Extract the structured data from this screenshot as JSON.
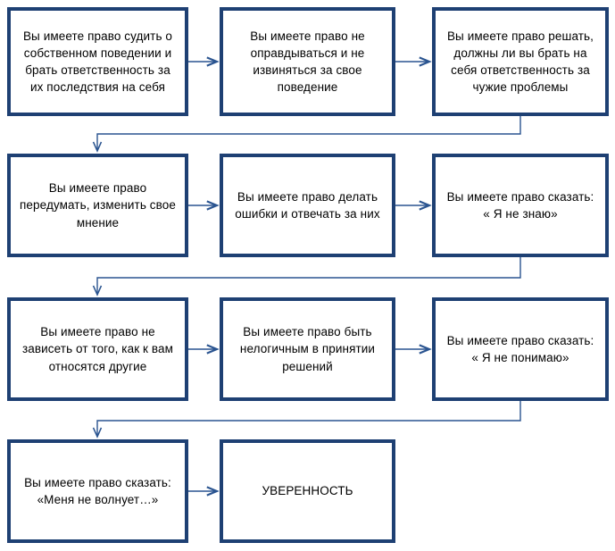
{
  "diagram": {
    "title": "",
    "colors": {
      "border": "#1e4073",
      "arrow": "#2a5490",
      "background": "#ffffff",
      "text": "#000000"
    },
    "nodes": [
      {
        "id": "n1",
        "label": "Вы имеете право судить о собственном поведении и брать ответственность за их последствия на себя"
      },
      {
        "id": "n2",
        "label": "Вы имеете право не оправдываться и не извиняться за свое поведение"
      },
      {
        "id": "n3",
        "label": "Вы имеете право решать, должны ли вы брать на себя ответственность за чужие проблемы"
      },
      {
        "id": "n4",
        "label": "Вы имеете право передумать, изменить свое мнение"
      },
      {
        "id": "n5",
        "label": "Вы имеете право делать ошибки и отвечать за них"
      },
      {
        "id": "n6",
        "label": "Вы имеете право сказать: « Я не знаю»"
      },
      {
        "id": "n7",
        "label": "Вы имеете право не зависеть от того, как к вам относятся другие"
      },
      {
        "id": "n8",
        "label": "Вы имеете право быть нелогичным в принятии решений"
      },
      {
        "id": "n9",
        "label": "Вы имеете право сказать: « Я не понимаю»"
      },
      {
        "id": "n10",
        "label": "Вы имеете право сказать: «Меня не волнует…»"
      },
      {
        "id": "n11",
        "label": "УВЕРЕННОСТЬ"
      }
    ],
    "edges": [
      {
        "from": "n1",
        "to": "n2",
        "kind": "straight-right"
      },
      {
        "from": "n2",
        "to": "n3",
        "kind": "straight-right"
      },
      {
        "from": "n3",
        "to": "n4",
        "kind": "elbow-down-left"
      },
      {
        "from": "n4",
        "to": "n5",
        "kind": "straight-right"
      },
      {
        "from": "n5",
        "to": "n6",
        "kind": "straight-right"
      },
      {
        "from": "n6",
        "to": "n7",
        "kind": "elbow-down-left"
      },
      {
        "from": "n7",
        "to": "n8",
        "kind": "straight-right"
      },
      {
        "from": "n8",
        "to": "n9",
        "kind": "straight-right"
      },
      {
        "from": "n9",
        "to": "n10",
        "kind": "elbow-down-left"
      },
      {
        "from": "n10",
        "to": "n11",
        "kind": "straight-right"
      }
    ]
  }
}
